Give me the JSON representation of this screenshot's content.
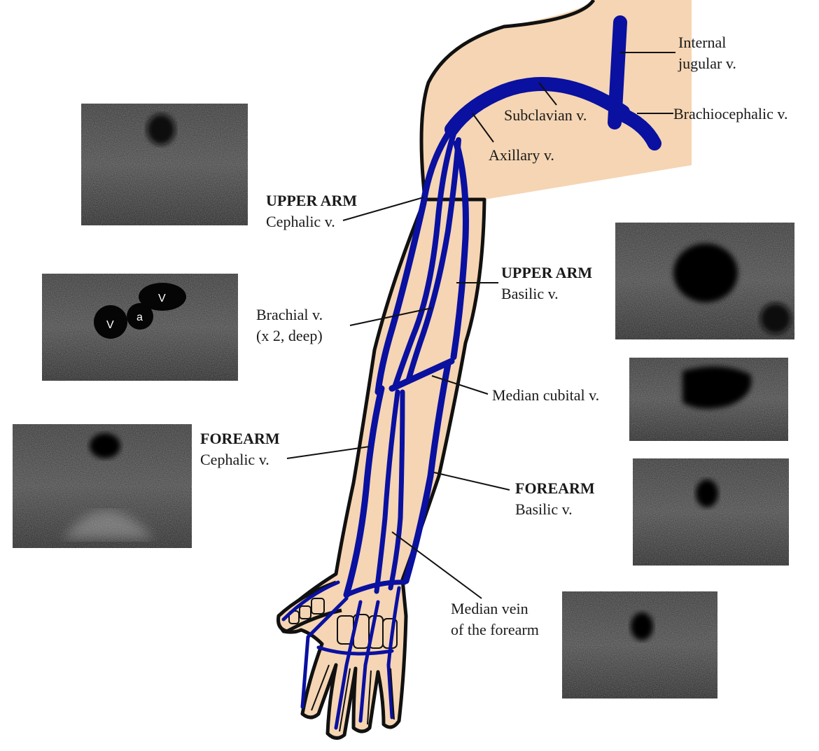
{
  "colors": {
    "skin": "#f5d5b3",
    "vein": "#0a10a0",
    "outline": "#111111",
    "background": "#ffffff"
  },
  "labels": {
    "internal_jugular": [
      "Internal",
      "jugular v."
    ],
    "brachiocephalic": "Brachiocephalic v.",
    "subclavian": "Subclavian v.",
    "axillary": "Axillary v.",
    "upper_arm_cephalic": {
      "region": "UPPER ARM",
      "vein": "Cephalic v."
    },
    "upper_arm_basilic": {
      "region": "UPPER ARM",
      "vein": "Basilic v."
    },
    "brachial": [
      "Brachial v.",
      "(x 2, deep)"
    ],
    "median_cubital": "Median cubital v.",
    "forearm_cephalic": {
      "region": "FOREARM",
      "vein": "Cephalic v."
    },
    "forearm_basilic": {
      "region": "FOREARM",
      "vein": "Basilic v."
    },
    "median_forearm": [
      "Median vein",
      "of the forearm"
    ]
  },
  "ultrasound_panels": {
    "brachial_markers": [
      "V",
      "a",
      "V"
    ]
  }
}
